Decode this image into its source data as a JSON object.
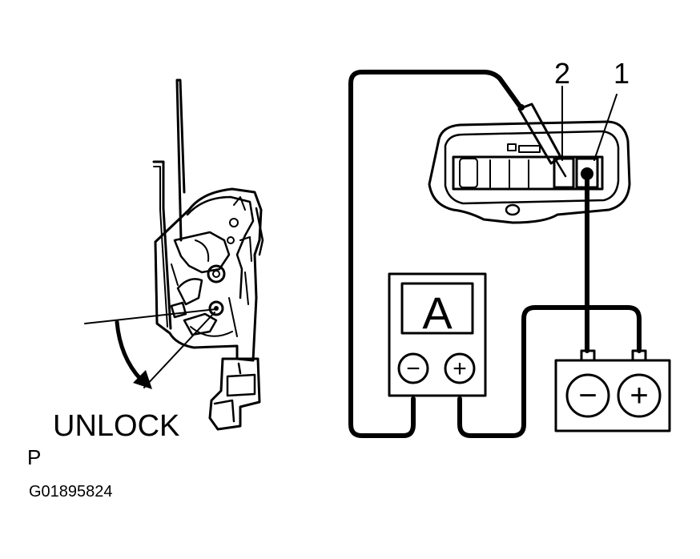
{
  "labels": {
    "unlock": "UNLOCK",
    "corner_letter": "P",
    "figure_id": "G01895824",
    "terminal_1": "1",
    "terminal_2": "2"
  },
  "ammeter": {
    "symbol": "A",
    "minus": "−",
    "plus": "+"
  },
  "battery": {
    "minus": "−",
    "plus": "+"
  },
  "colors": {
    "ink": "#000000",
    "paper": "#ffffff"
  }
}
